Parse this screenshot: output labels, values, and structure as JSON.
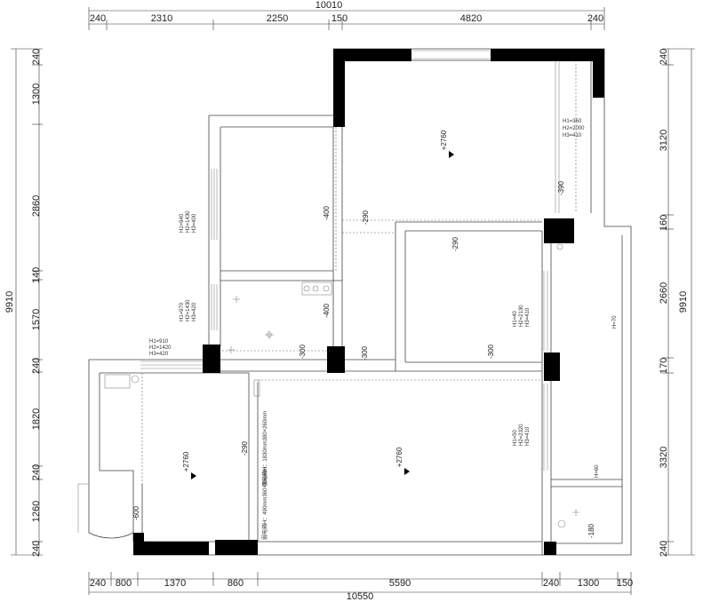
{
  "top_dims": {
    "total": "10010",
    "segments": [
      "240",
      "2310",
      "2250",
      "150",
      "4820",
      "240"
    ]
  },
  "bottom_dims": {
    "total": "10550",
    "segments": [
      "240",
      "800",
      "1370",
      "860",
      "5590",
      "240",
      "1300",
      "150"
    ]
  },
  "left_dims": {
    "total": "9910",
    "segments": [
      "240",
      "1300",
      "2860",
      "140",
      "1570",
      "240",
      "1820",
      "240",
      "1260",
      "240"
    ]
  },
  "right_dims": {
    "total": "9910",
    "segments": [
      "240",
      "3120",
      "160",
      "2660",
      "170",
      "3320",
      "240"
    ]
  },
  "ceiling_marks": [
    "-400",
    "-290",
    "-290",
    "-400",
    "-300",
    "-300",
    "-300",
    "-290",
    "-600",
    "-180",
    "-390"
  ],
  "elevation_marks": [
    "+2760",
    "+2760",
    "+2760"
  ],
  "window_notes": [
    {
      "h1": "H1=940",
      "h2": "H2=1430",
      "h3": "H3=400"
    },
    {
      "h1": "H1=970",
      "h2": "H2=1430",
      "h3": "H3=420"
    },
    {
      "h1": "H1=910",
      "h2": "H2=1420",
      "h3": "H3=420"
    },
    {
      "h1": "H1=360",
      "h2": "H2=2000",
      "h3": "H3=410"
    },
    {
      "h1": "H1=40",
      "h2": "H2=2130",
      "h3": "H3=410"
    },
    {
      "h1": "H1=50",
      "h2": "H2=2320",
      "h3": "H3=410"
    }
  ],
  "other_notes": {
    "h70": "H=70",
    "h60": "H=60",
    "strong_box": "强电箱H：1830mm380×260mm",
    "weak_box": "弱电箱H：490mm360×350mm"
  }
}
